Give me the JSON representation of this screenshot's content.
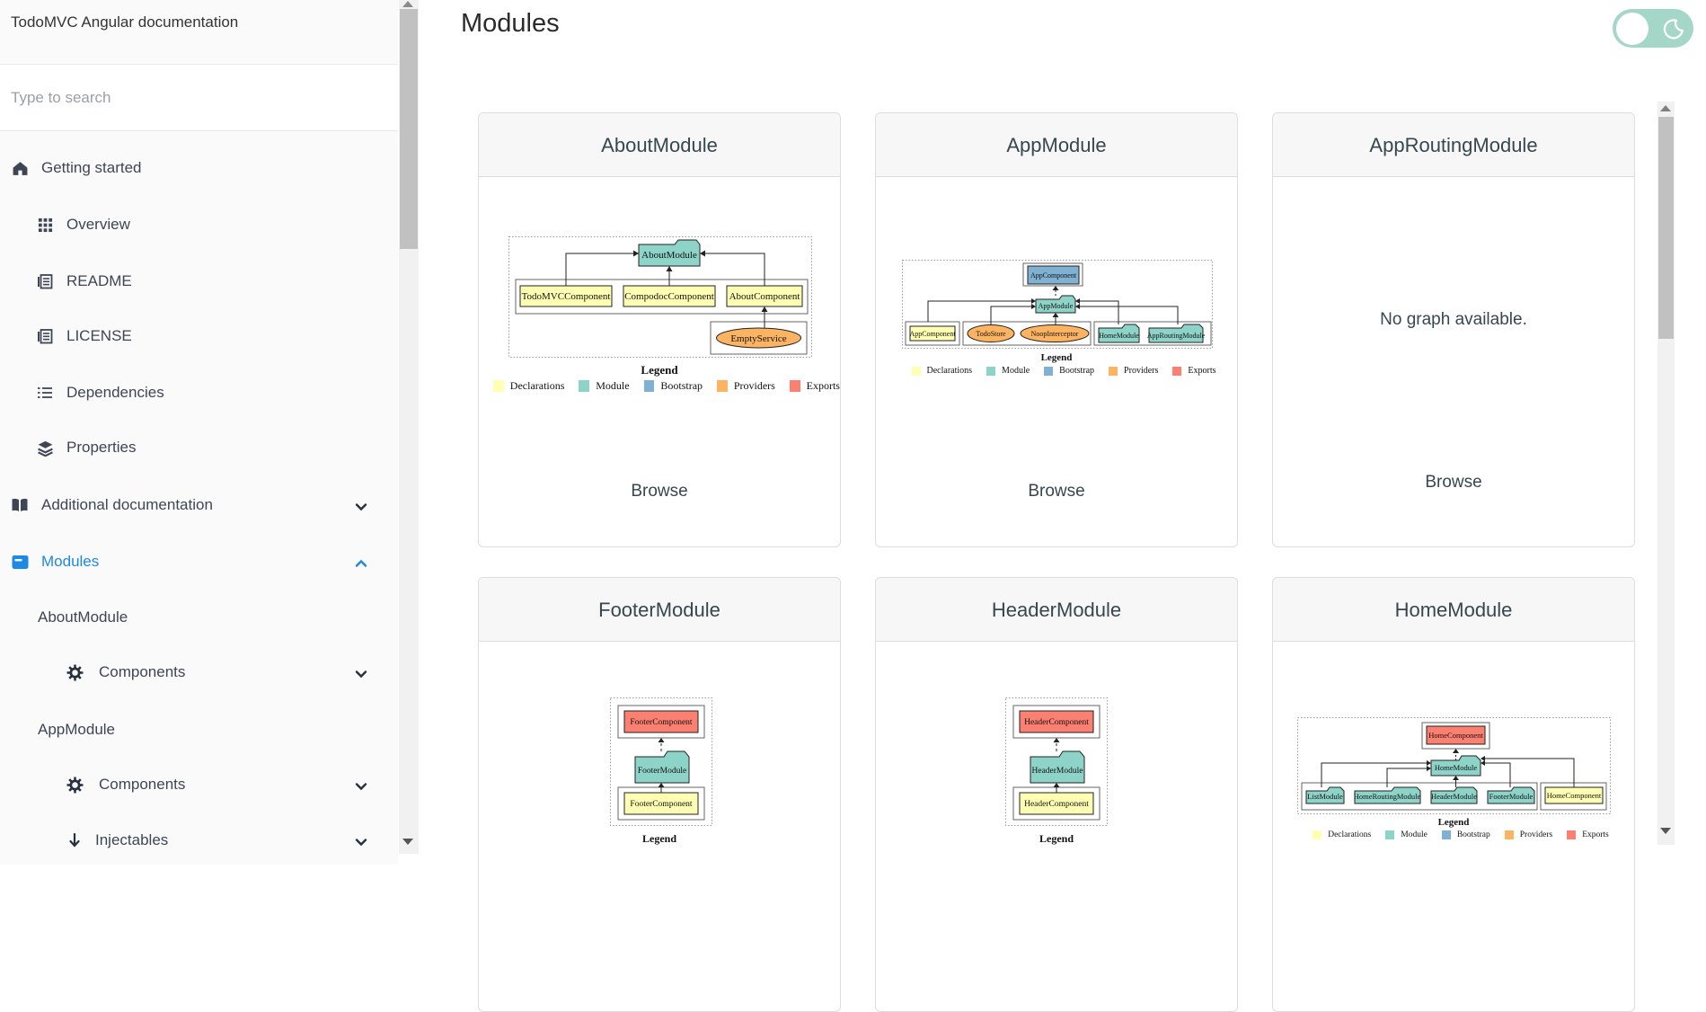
{
  "sidebar": {
    "title": "TodoMVC Angular documentation",
    "search_placeholder": "Type to search",
    "items": [
      {
        "label": "Getting started",
        "icon": "home"
      },
      {
        "label": "Overview",
        "icon": "grid"
      },
      {
        "label": "README",
        "icon": "file"
      },
      {
        "label": "LICENSE",
        "icon": "file"
      },
      {
        "label": "Dependencies",
        "icon": "list"
      },
      {
        "label": "Properties",
        "icon": "layers"
      },
      {
        "label": "Additional documentation",
        "icon": "book",
        "chevron": "down"
      },
      {
        "label": "Modules",
        "icon": "module",
        "chevron": "up",
        "active": true
      },
      {
        "label": "AboutModule"
      },
      {
        "label": "Components",
        "icon": "gear",
        "chevron": "down"
      },
      {
        "label": "AppModule"
      },
      {
        "label": "Components",
        "icon": "gear",
        "chevron": "down"
      },
      {
        "label": "Injectables",
        "icon": "arrow-down",
        "chevron": "down"
      }
    ]
  },
  "header": {
    "title": "Modules"
  },
  "toggle": {
    "name": "dark-mode-toggle",
    "state": "off",
    "color": "#a5d7c9"
  },
  "accent_color": "#1e88e5",
  "legend": {
    "title": "Legend",
    "items": [
      {
        "label": "Declarations",
        "color": "#ffffb3"
      },
      {
        "label": "Module",
        "color": "#8dd3c7"
      },
      {
        "label": "Bootstrap",
        "color": "#80b1d3"
      },
      {
        "label": "Providers",
        "color": "#fdb462"
      },
      {
        "label": "Exports",
        "color": "#fb8072"
      }
    ]
  },
  "browse_label": "Browse",
  "cards": [
    {
      "title": "AboutModule",
      "graph": {
        "module": "AboutModule",
        "declarations": [
          "TodoMVCComponent",
          "CompodocComponent",
          "AboutComponent"
        ],
        "providers": [
          "EmptyService"
        ]
      }
    },
    {
      "title": "AppModule",
      "graph": {
        "module": "AppModule",
        "bootstrap": [
          "AppComponent"
        ],
        "declarations": [
          "AppComponent"
        ],
        "providers": [
          "TodoStore",
          "NoopInterceptor"
        ],
        "imports": [
          "HomeModule",
          "AppRoutingModule"
        ]
      }
    },
    {
      "title": "AppRoutingModule",
      "empty": "No graph available."
    },
    {
      "title": "FooterModule",
      "graph": {
        "module": "FooterModule",
        "exports": [
          "FooterComponent"
        ],
        "declarations": [
          "FooterComponent"
        ]
      }
    },
    {
      "title": "HeaderModule",
      "graph": {
        "module": "HeaderModule",
        "exports": [
          "HeaderComponent"
        ],
        "declarations": [
          "HeaderComponent"
        ]
      }
    },
    {
      "title": "HomeModule",
      "graph": {
        "module": "HomeModule",
        "exports": [
          "HomeComponent"
        ],
        "imports": [
          "ListModule",
          "HomeRoutingModule",
          "HeaderModule",
          "FooterModule"
        ],
        "declarations": [
          "HomeComponent"
        ]
      }
    }
  ]
}
